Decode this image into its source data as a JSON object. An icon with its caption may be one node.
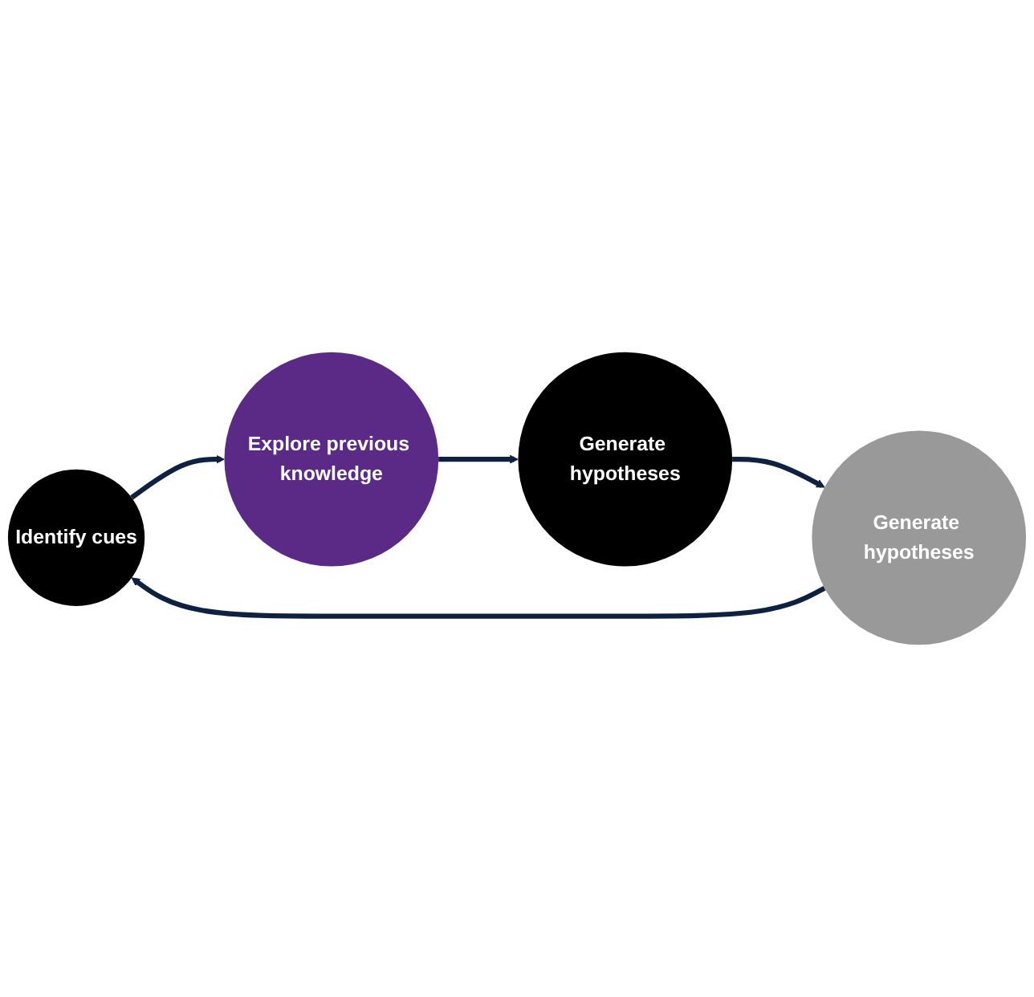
{
  "diagram": {
    "nodes": [
      {
        "text": [
          "Identify cues"
        ]
      },
      {
        "text": [
          "Explore previous knowledge"
        ]
      },
      {
        "text": [
          "Generate hypotheses"
        ]
      },
      {
        "text": [
          "Generate hypotheses"
        ]
      }
    ],
    "edges": [
      {
        "from": 0,
        "to": 1,
        "arrow": "to"
      },
      {
        "from": 1,
        "to": 2,
        "arrow": "to"
      },
      {
        "from": 2,
        "to": 3,
        "arrow": "to"
      },
      {
        "from": 3,
        "to": 0,
        "arrow": "to"
      }
    ]
  }
}
